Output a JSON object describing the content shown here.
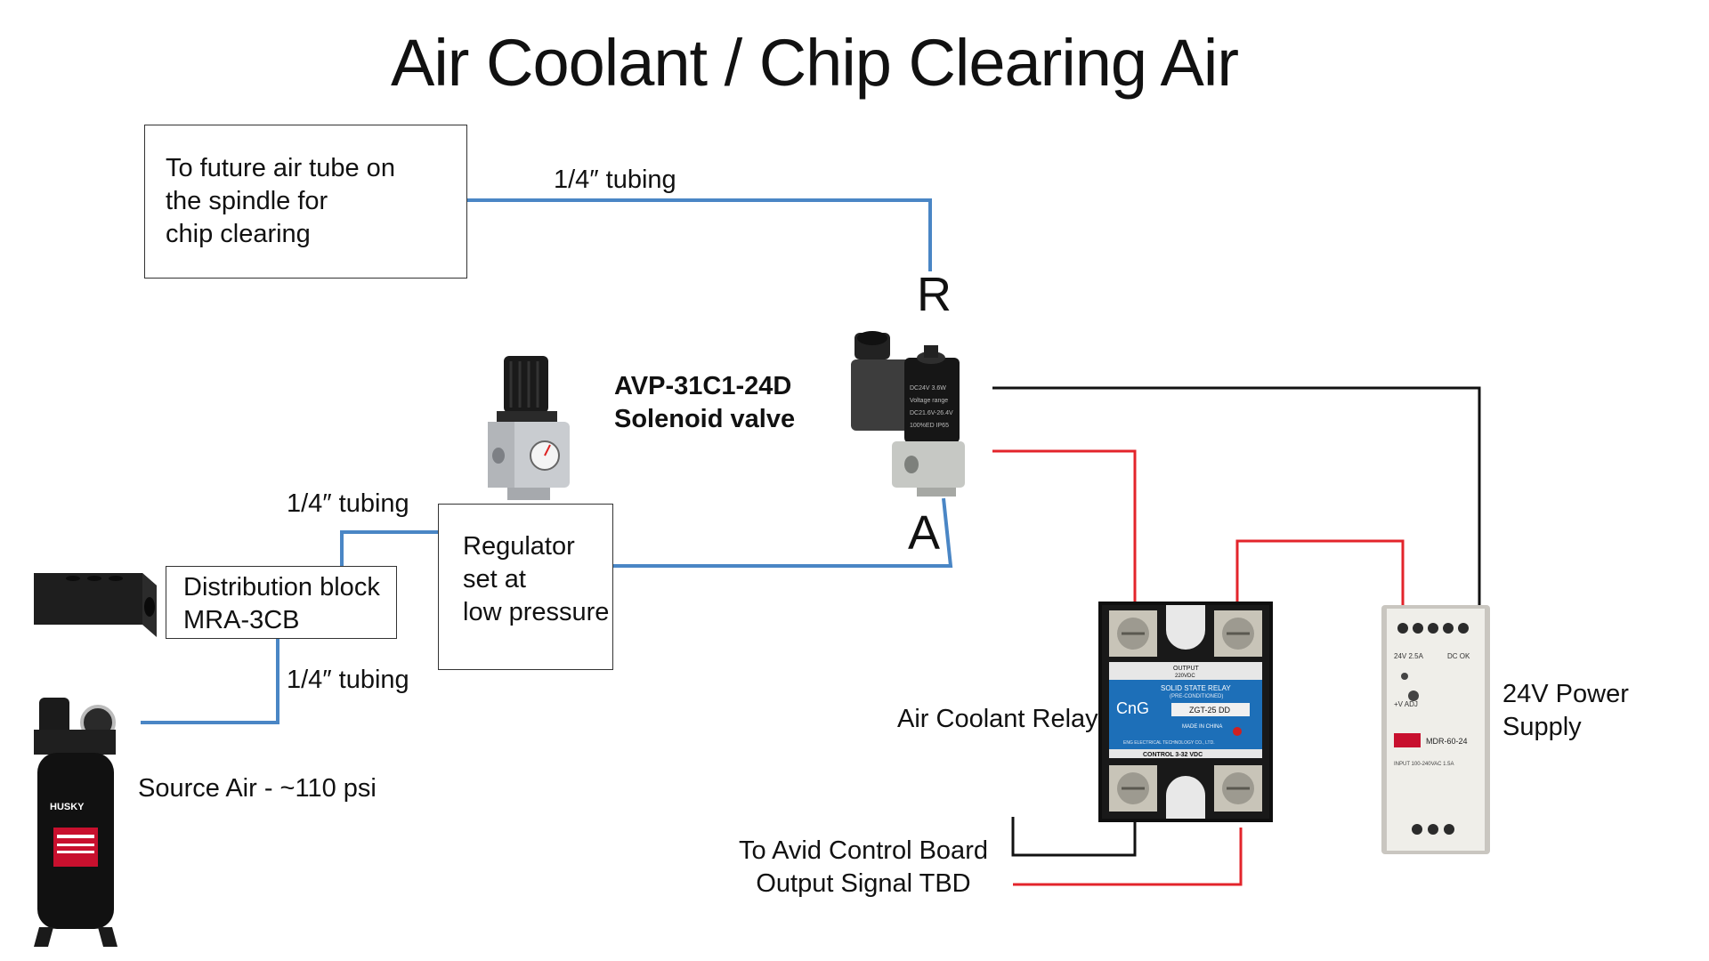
{
  "title": "Air Coolant / Chip Clearing Air",
  "nodes": {
    "future_tube": "To future air tube on\nthe spindle for\nchip clearing",
    "regulator": "Regulator\nset at\nlow pressure",
    "distribution_block": "Distribution block\nMRA-3CB",
    "solenoid_valve": "AVP-31C1-24D\nSolenoid valve",
    "source_air": "Source Air - ~110 psi",
    "relay": "Air Coolant Relay",
    "power_supply": "24V Power Supply",
    "control_board": "To Avid Control Board\nOutput Signal TBD"
  },
  "edge_labels": {
    "tubing_top": "1/4″ tubing",
    "tubing_mid": "1/4″ tubing",
    "tubing_low": "1/4″ tubing"
  },
  "ports": {
    "r": "R",
    "a": "A"
  },
  "devices": {
    "compressor_brand": "HUSKY",
    "relay_brand": "CnG",
    "relay_header": "SOLID STATE RELAY",
    "relay_subheader": "(PRE-CONDITIONED)",
    "relay_model": "ZGT-25 DD",
    "relay_made": "MADE IN CHINA",
    "relay_control": "CONTROL 3-32 VDC",
    "relay_output": "OUTPUT",
    "relay_rating": "220VDC",
    "relay_maker": "ENG ELECTRICAL TECHNOLOGY CO., LTD.",
    "psu_model": "MDR-60-24",
    "psu_rating": "24V 2.5A",
    "psu_dcok": "DC OK",
    "psu_vadj": "+V ADJ",
    "psu_input": "INPUT 100-240VAC 1.5A",
    "valve_label": "DC24V 3.6W\nVoltage range\nDC21.6V-26.4V\n100%ED\nIP65"
  },
  "colors": {
    "air_line": "#4a86c5",
    "positive_wire": "#e3242b",
    "negative_wire": "#111111",
    "relay_blue": "#1d6fb8"
  }
}
